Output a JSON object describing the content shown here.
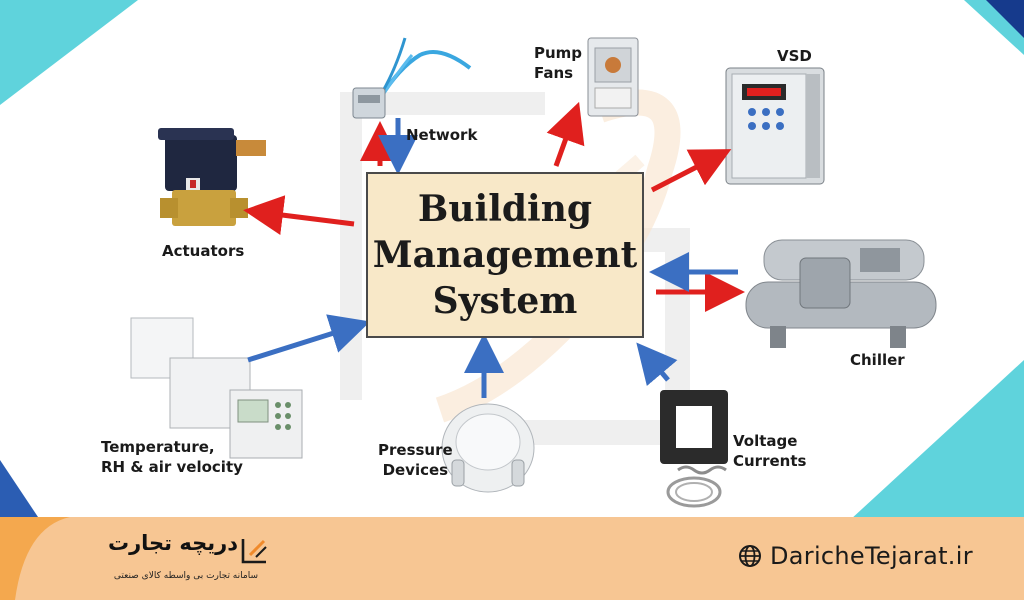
{
  "diagram": {
    "center": "Building\nManagement\nSystem",
    "nodes": {
      "network": "Network",
      "pump_fans": "Pump\nFans",
      "vsd": "VSD",
      "actuators": "Actuators",
      "chiller": "Chiller",
      "temperature": "Temperature,\nRH & air velocity",
      "pressure": "Pressure\nDevices",
      "voltage": "Voltage\nCurrents"
    },
    "colors": {
      "output_arrow": "#e0201e",
      "input_arrow": "#3b6fc2",
      "center_fill": "#f8e8c8"
    }
  },
  "footer": {
    "brand_name": "دریچه تجارت",
    "brand_tagline": "سامانه تجارت بی واسطه کالای صنعتی",
    "website": "DaricheTejarat.ir",
    "globe_icon": "globe-icon",
    "background": "#f7c693"
  }
}
